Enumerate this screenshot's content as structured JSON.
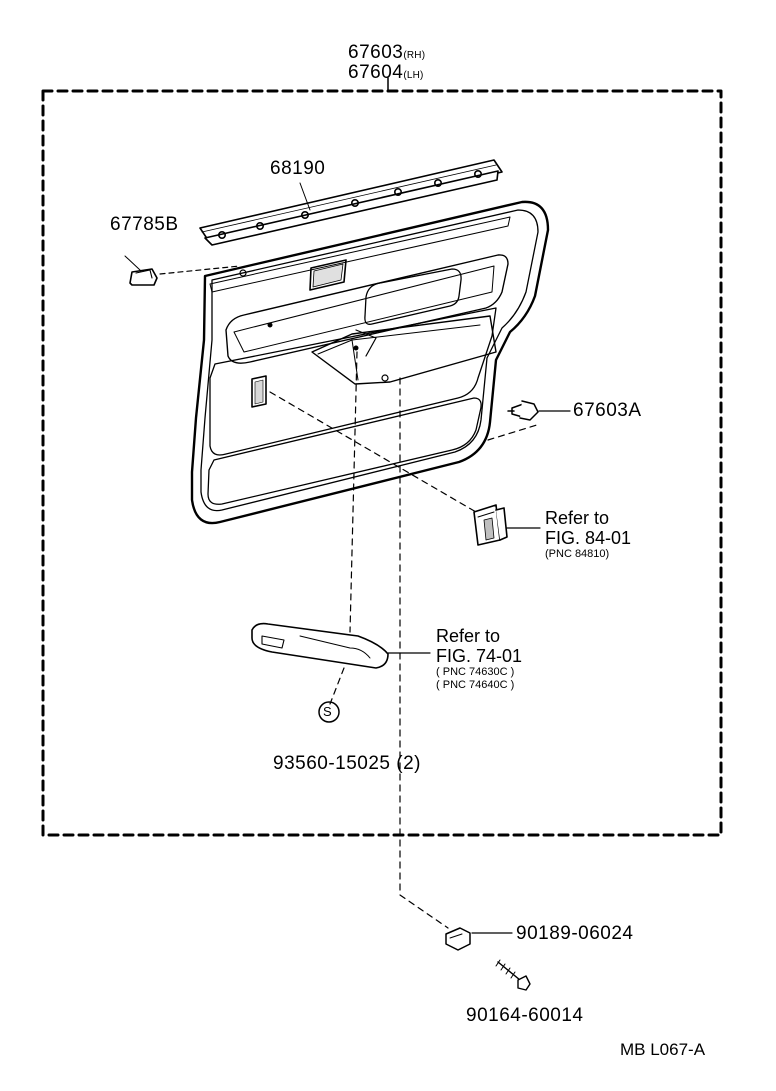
{
  "diagram": {
    "assembly": {
      "part_rh": "67603",
      "tag_rh": "(RH)",
      "part_lh": "67604",
      "tag_lh": "(LH)"
    },
    "parts": {
      "weatherstrip": "68190",
      "clip_upper": "67785B",
      "clip_side": "67603A",
      "screw": "93560-15025 (2)",
      "screw_symbol": "S",
      "retainer": "90189-06024",
      "bolt": "90164-60014"
    },
    "refs": {
      "switch": {
        "line1": "Refer to",
        "line2": "FIG. 84-01",
        "line3": "(PNC 84810)"
      },
      "armrest": {
        "line1": "Refer to",
        "line2": "FIG. 74-01",
        "line3": "PNC 74630C",
        "line4": "PNC 74640C"
      }
    },
    "figure_code": "MB L067-A"
  }
}
